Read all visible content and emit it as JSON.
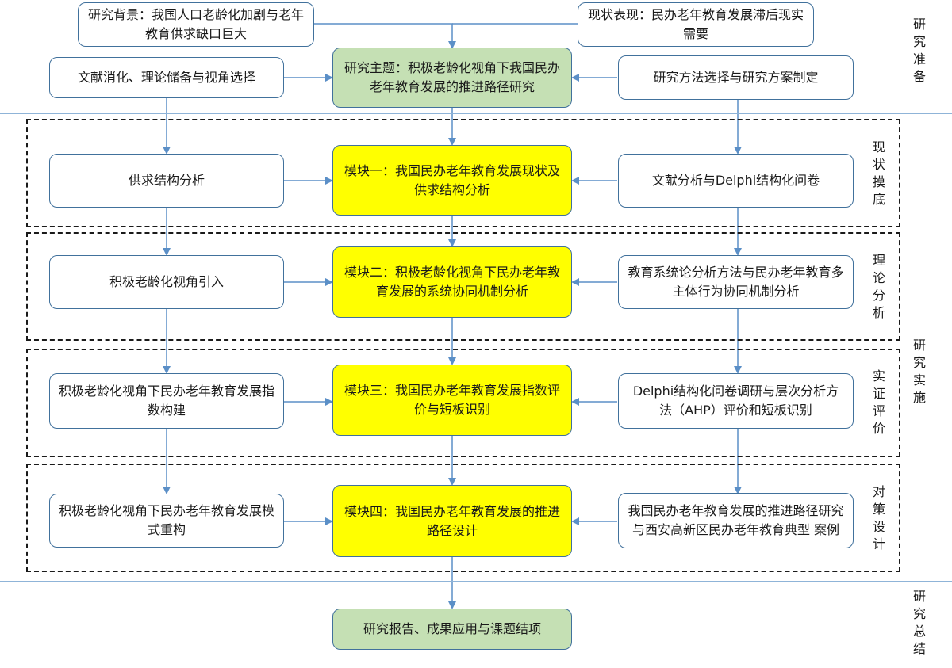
{
  "colors": {
    "box_border": "#41719c",
    "arrow": "#5b8fc7",
    "topic_fill": "#c5e0b4",
    "module_fill": "#ffff00",
    "divider": "#8fb4d8"
  },
  "prep": {
    "background": "研究背景：我国人口老龄化加剧与老年教育供求缺口巨大",
    "status_quo": "现状表现：民办老年教育发展滞后现实需要",
    "literature": "文献消化、理论储备与视角选择",
    "topic": "研究主题：积极老龄化视角下我国民办老年教育发展的推进路径研究",
    "methods": "研究方法选择与研究方案制定"
  },
  "modules": [
    {
      "left": "供求结构分析",
      "center": "模块一：我国民办老年教育发展现状及供求结构分析",
      "right": "文献分析与Delphi结构化问卷",
      "label": "现状摸底"
    },
    {
      "left": "积极老龄化视角引入",
      "center": "模块二：积极老龄化视角下民办老年教育发展的系统协同机制分析",
      "right": "教育系统论分析方法与民办老年教育多主体行为协同机制分析",
      "label": "理论分析"
    },
    {
      "left": "积极老龄化视角下民办老年教育发展指数构建",
      "center": "模块三：我国民办老年教育发展指数评价与短板识别",
      "right": "Delphi结构化问卷调研与层次分析方法（AHP）评价和短板识别",
      "label": "实证评价"
    },
    {
      "left": "积极老龄化视角下民办老年教育发展模式重构",
      "center": "模块四：我国民办老年教育发展的推进路径设计",
      "right": "我国民办老年教育发展的推进路径研究与西安高新区民办老年教育典型 案例",
      "label": "对策设计"
    }
  ],
  "conclusion": "研究报告、成果应用与课题结项",
  "phases": {
    "prep": "研究准备",
    "impl": "研究实施",
    "summary": "研究总结"
  }
}
